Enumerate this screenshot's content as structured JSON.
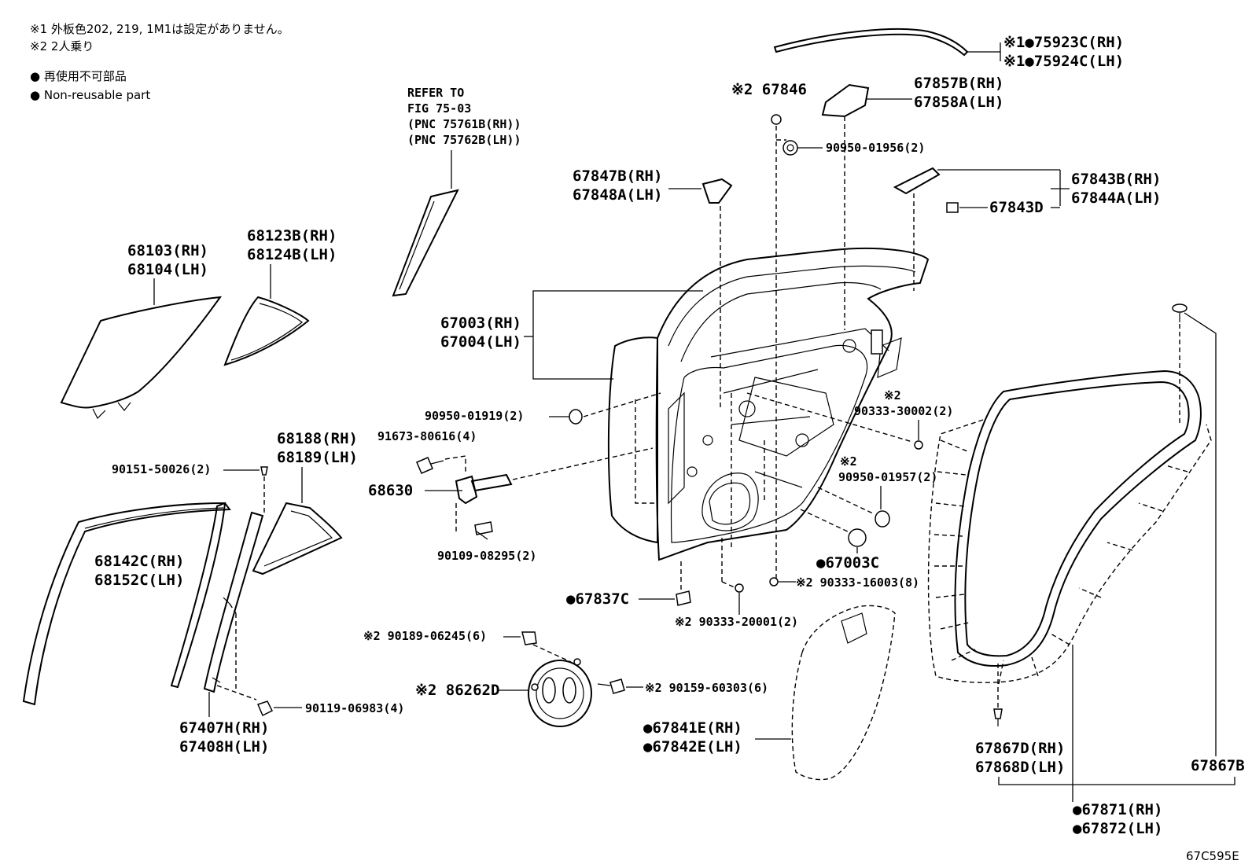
{
  "notes": {
    "note1": "※1 外板色202, 219, 1M1は設定がありません。",
    "note2": "※2 2人乗り",
    "legend_jp": "● 再使用不可部品",
    "legend_en": "● Non-reusable part"
  },
  "refer": {
    "line1": "REFER TO",
    "line2": "FIG 75-03",
    "line3": "(PNC 75761B(RH))",
    "line4": "(PNC 75762B(LH))"
  },
  "parts": {
    "p75923c": "※1●75923C(RH)",
    "p75924c": "※1●75924C(LH)",
    "p67846": "※2 67846",
    "p67857b": "67857B(RH)",
    "p67858a": "67858A(LH)",
    "p90950_01956": "90950-01956(2)",
    "p67847b": "67847B(RH)",
    "p67848a": "67848A(LH)",
    "p67843b": "67843B(RH)",
    "p67844a": "67844A(LH)",
    "p67843d": "67843D",
    "p68103": "68103(RH)",
    "p68104": "68104(LH)",
    "p68123b": "68123B(RH)",
    "p68124b": "68124B(LH)",
    "p67003": "67003(RH)",
    "p67004": "67004(LH)",
    "p90950_01919": "90950-01919(2)",
    "p91673": "91673-80616(4)",
    "p68188": "68188(RH)",
    "p68189": "68189(LH)",
    "p90151": "90151-50026(2)",
    "p68630": "68630",
    "p90109": "90109-08295(2)",
    "p68142c": "68142C(RH)",
    "p68152c": "68152C(LH)",
    "p90333_30002_mark": "※2",
    "p90333_30002": "90333-30002(2)",
    "p90950_01957_mark": "※2",
    "p90950_01957": "90950-01957(2)",
    "p67003c": "●67003C",
    "p90333_16003": "※2 90333-16003(8)",
    "p67837c": "●67837C",
    "p90333_20001": "※2 90333-20001(2)",
    "p90189": "※2 90189-06245(6)",
    "p86262d": "※2 86262D",
    "p90159": "※2 90159-60303(6)",
    "p90119": "90119-06983(4)",
    "p67407h": "67407H(RH)",
    "p67408h": "67408H(LH)",
    "p67841e": "●67841E(RH)",
    "p67842e": "●67842E(LH)",
    "p67867d": "67867D(RH)",
    "p67868d": "67868D(LH)",
    "p67867b": "67867B",
    "p67871": "●67871(RH)",
    "p67872": "●67872(LH)"
  },
  "figure_id": "67C595E"
}
